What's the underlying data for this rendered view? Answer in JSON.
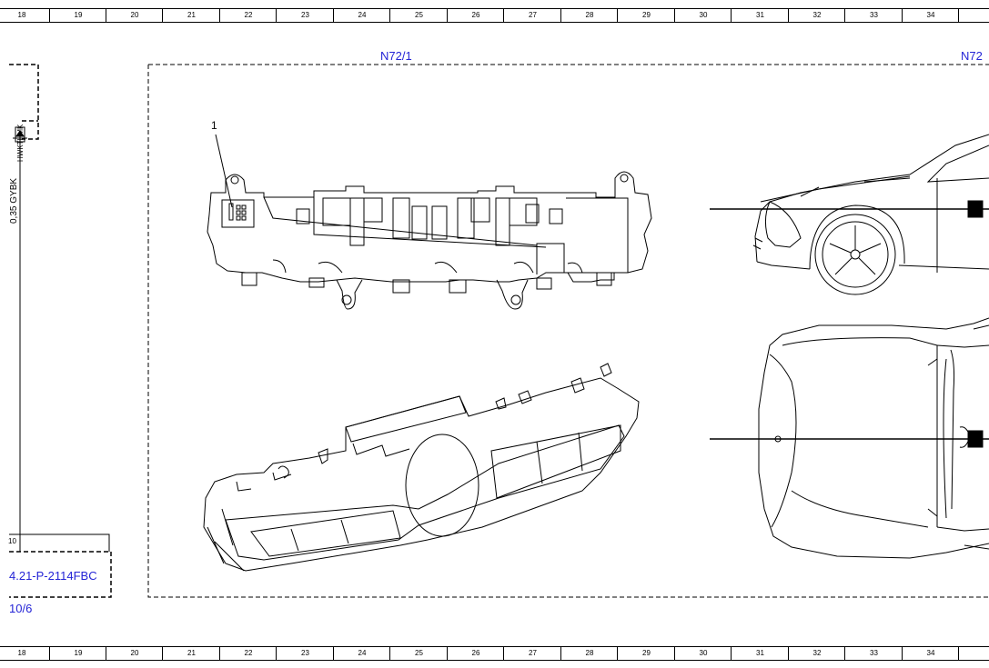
{
  "grid_columns": [
    "18",
    "19",
    "20",
    "21",
    "22",
    "23",
    "24",
    "25",
    "26",
    "27",
    "28",
    "29",
    "30",
    "31",
    "32",
    "33",
    "34"
  ],
  "component_label": "N72/1",
  "component_label_cut": "N72",
  "callout_number": "1",
  "wire_label": "0,35 GYBK",
  "connector_text": "HWKTHMK",
  "pin_left": "10",
  "reference_code": "4.21-P-2114FBC",
  "reference_page": "10/6",
  "colors": {
    "link_blue": "#2424d6",
    "line": "#000000"
  }
}
